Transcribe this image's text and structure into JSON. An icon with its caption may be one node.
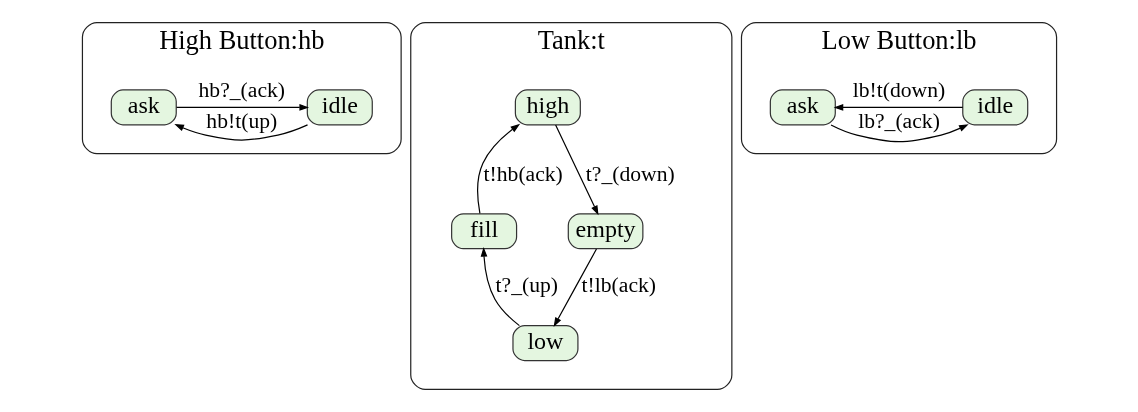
{
  "diagram": {
    "nodes": [
      {
        "text": [
          "High Button:hb"
        ]
      },
      {
        "text": [
          "idle"
        ],
        "in": 0
      },
      {
        "text": [
          "ask"
        ],
        "in": 0
      },
      {
        "text": [
          "Tank:t"
        ]
      },
      {
        "text": [
          "high"
        ],
        "in": 3
      },
      {
        "text": [
          "fill"
        ],
        "in": 3
      },
      {
        "text": [
          "empty"
        ],
        "in": 3
      },
      {
        "text": [
          "low"
        ],
        "in": 3
      },
      {
        "text": [
          "Low Button:lb"
        ]
      },
      {
        "text": [
          "idle"
        ],
        "in": 8
      },
      {
        "text": [
          "ask"
        ],
        "in": 8
      }
    ],
    "edges": [
      {
        "from": 1,
        "to": 2,
        "arrow": "to",
        "label": "hb!t(up)"
      },
      {
        "from": 2,
        "to": 1,
        "arrow": "to",
        "label": "hb?_(ack)"
      },
      {
        "from": 5,
        "to": 4,
        "arrow": "to",
        "label": "t!hb(ack)"
      },
      {
        "from": 4,
        "to": 6,
        "arrow": "to",
        "label": "t?_(down)"
      },
      {
        "from": 6,
        "to": 7,
        "arrow": "to",
        "label": "t!lb(ack)"
      },
      {
        "from": 7,
        "to": 5,
        "arrow": "to",
        "label": "t?_(up)"
      },
      {
        "from": 9,
        "to": 10,
        "arrow": "to",
        "label": "lb!t(down)"
      },
      {
        "from": 10,
        "to": 9,
        "arrow": "to",
        "label": "lb?_(ack)"
      }
    ]
  }
}
